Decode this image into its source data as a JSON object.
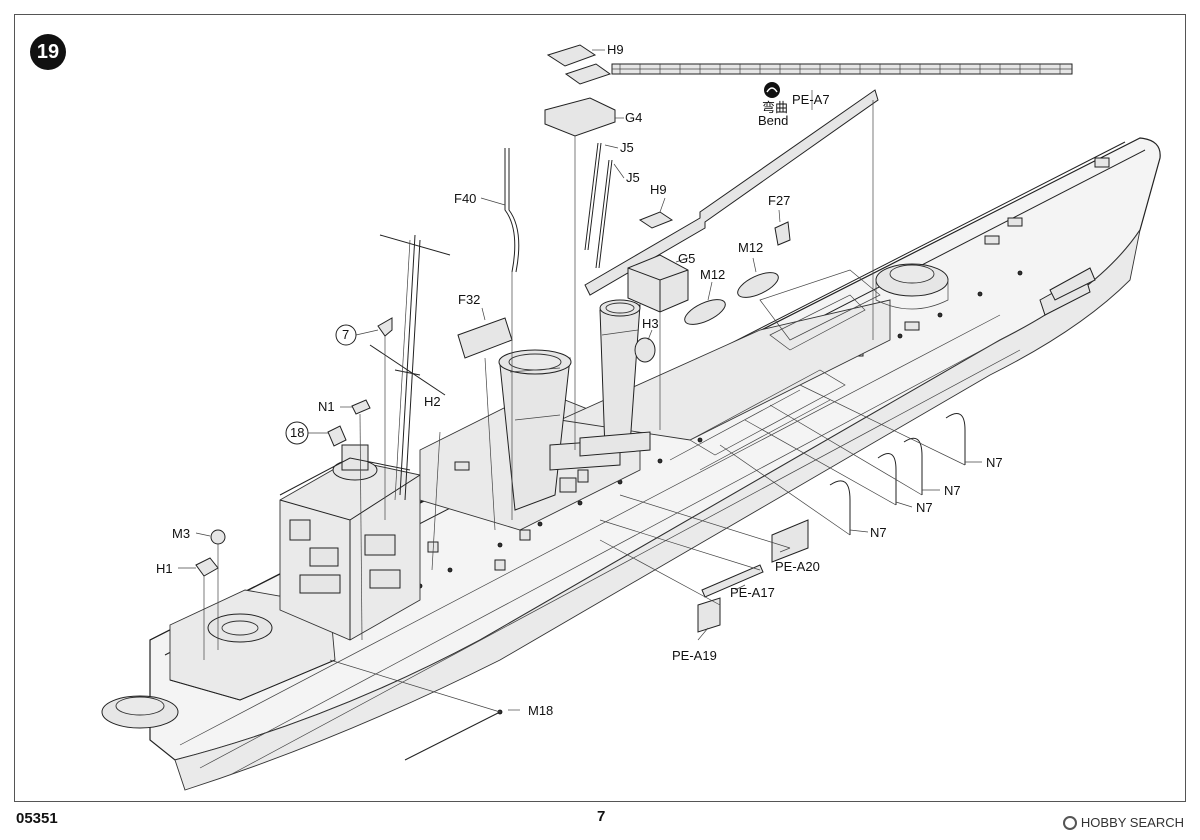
{
  "page": {
    "step_number": "19",
    "kit_number": "05351",
    "page_number": "7"
  },
  "callouts": {
    "bend_cn": "弯曲",
    "bend_en": "Bend"
  },
  "parts": {
    "H9_a": "H9",
    "G4": "G4",
    "J5_a": "J5",
    "J5_b": "J5",
    "H9_b": "H9",
    "G5": "G5",
    "F40": "F40",
    "F32": "F32",
    "H3": "H3",
    "M12_a": "M12",
    "M12_b": "M12",
    "F27": "F27",
    "PEA7": "PE-A7",
    "sub7": "7",
    "N1": "N1",
    "H2": "H2",
    "sub18": "18",
    "M3": "M3",
    "H1": "H1",
    "N7_a": "N7",
    "N7_b": "N7",
    "N7_c": "N7",
    "N7_d": "N7",
    "PEA20": "PE-A20",
    "PEA17": "PE-A17",
    "PEA19": "PE-A19",
    "M18": "M18"
  },
  "watermark": {
    "brand": "HOBBY SEARCH"
  },
  "icons": [
    "bend-icon",
    "hobby-search-logo-icon"
  ]
}
